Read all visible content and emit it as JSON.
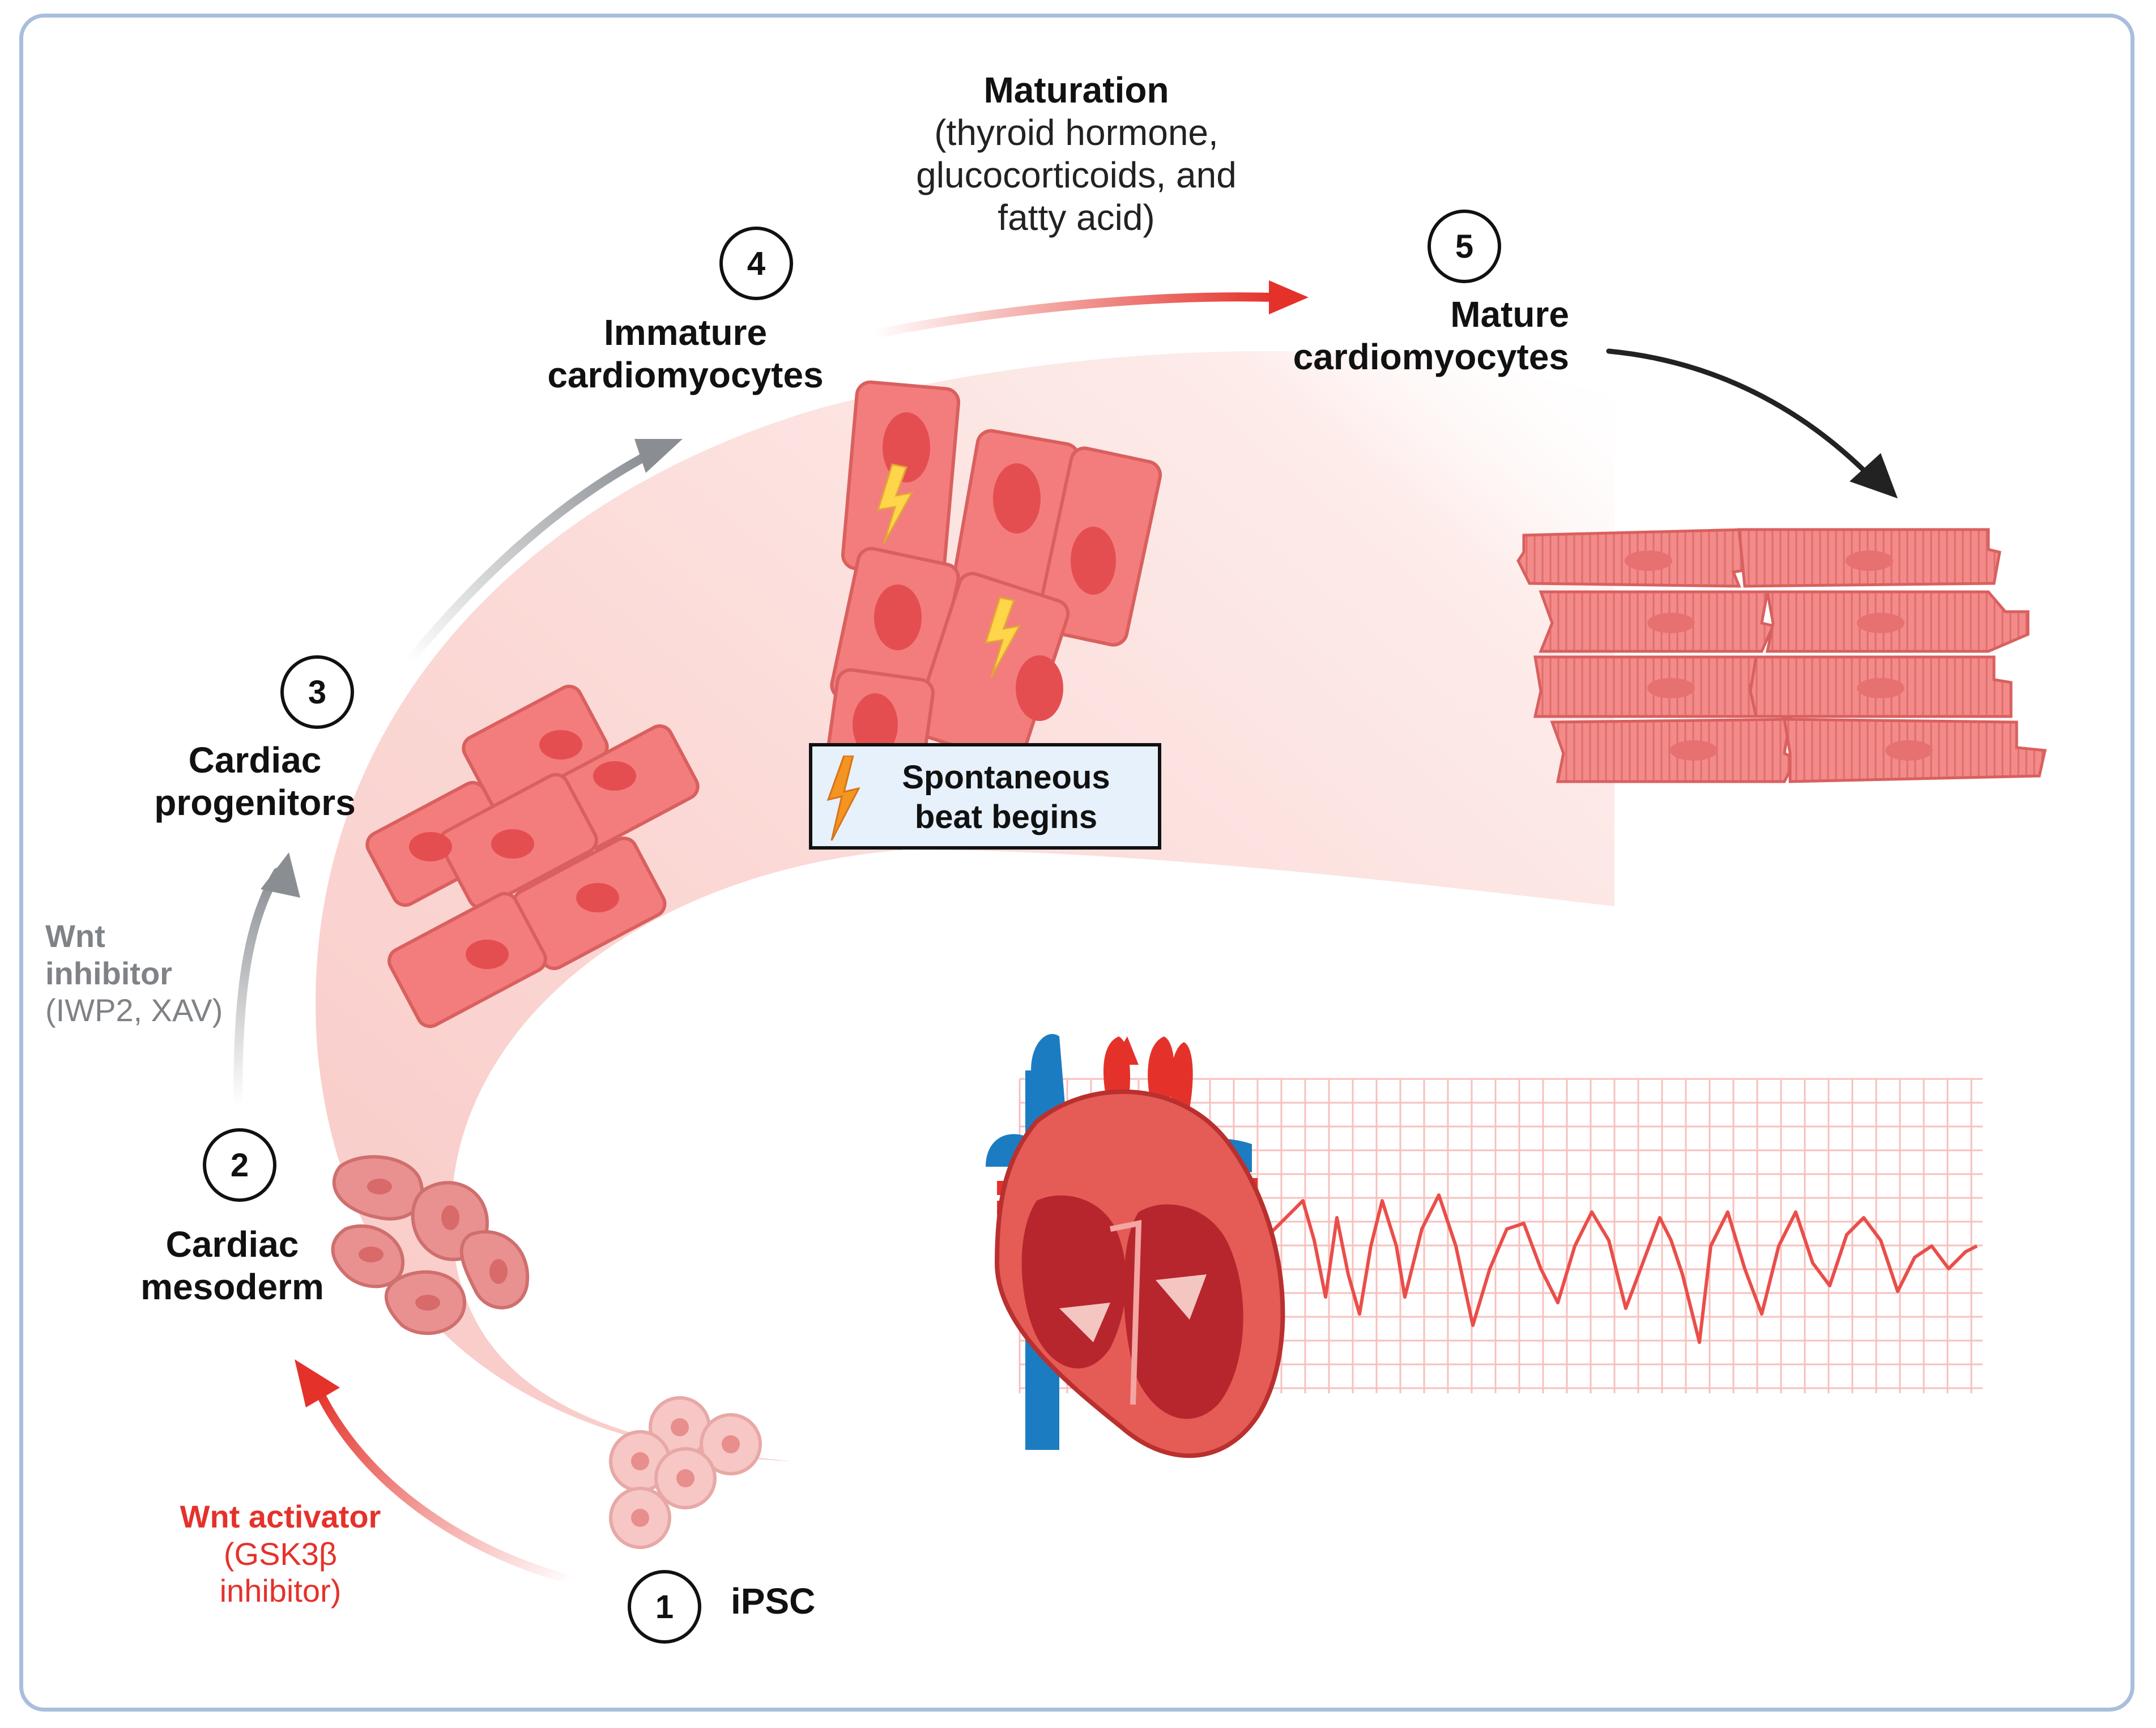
{
  "steps": [
    {
      "number": "1",
      "label": "iPSC"
    },
    {
      "number": "2",
      "label_lines": [
        "Cardiac",
        "mesoderm"
      ]
    },
    {
      "number": "3",
      "label_lines": [
        "Cardiac",
        "progenitors"
      ]
    },
    {
      "number": "4",
      "label_lines": [
        "Immature",
        "cardiomyocytes"
      ]
    },
    {
      "number": "5",
      "label_lines": [
        "Mature",
        "cardiomyocytes"
      ]
    }
  ],
  "wnt_activator": {
    "title": "Wnt activator",
    "detail_lines": [
      "(GSK3β",
      "inhibitor)"
    ]
  },
  "wnt_inhibitor": {
    "title_lines": [
      "Wnt",
      "inhibitor"
    ],
    "detail": "(IWP2, XAV)"
  },
  "maturation": {
    "title": "Maturation",
    "detail_lines": [
      "(thyroid hormone,",
      "glucocorticoids, and",
      "fatty acid)"
    ]
  },
  "beat_note": {
    "lines": [
      "Spontaneous",
      "beat begins"
    ]
  },
  "colors": {
    "accent_red": "#e4322b",
    "progression_grey": "#8a8e93",
    "band_pink": "#fbd9d6",
    "cell_fill": "#f27d7c",
    "frame_border": "#a9bedc",
    "note_background": "#e6f1fb"
  },
  "icons": [
    "lightning-bolt-icon",
    "heart-illustration",
    "ecg-trace"
  ]
}
